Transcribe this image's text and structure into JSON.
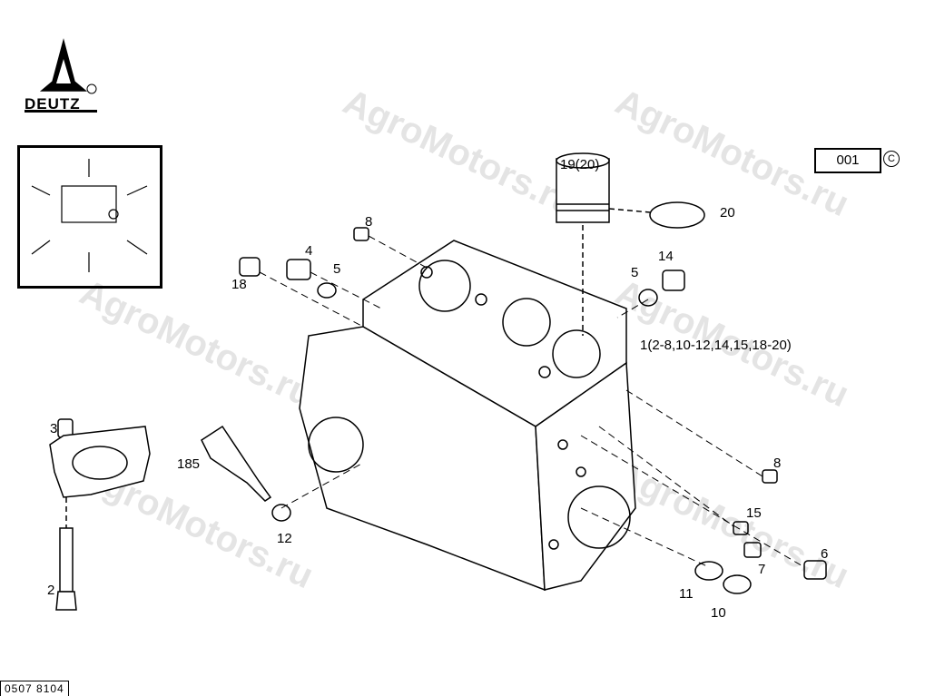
{
  "logo": {
    "brand": "DEUTZ",
    "registered": "®"
  },
  "watermark": "AgroMotors.ru",
  "reference_box": "001",
  "copyright_symbol": "C",
  "document_number": "0507 8104",
  "callouts": {
    "liner": "19(20)",
    "oring": "20",
    "plug_top": "8",
    "plug_4": "4",
    "seal_5_left": "5",
    "plug_18": "18",
    "seal_5_right": "5",
    "plug_14": "14",
    "block_assembly": "1(2-8,10-12,14,15,18-20)",
    "bearing_pin": "3",
    "sealant": "185",
    "plug_8_right": "8",
    "plug_15": "15",
    "seal_12": "12",
    "plug_7": "7",
    "plug_6": "6",
    "bolt": "2",
    "sleeve_11": "11",
    "sleeve_10": "10"
  }
}
